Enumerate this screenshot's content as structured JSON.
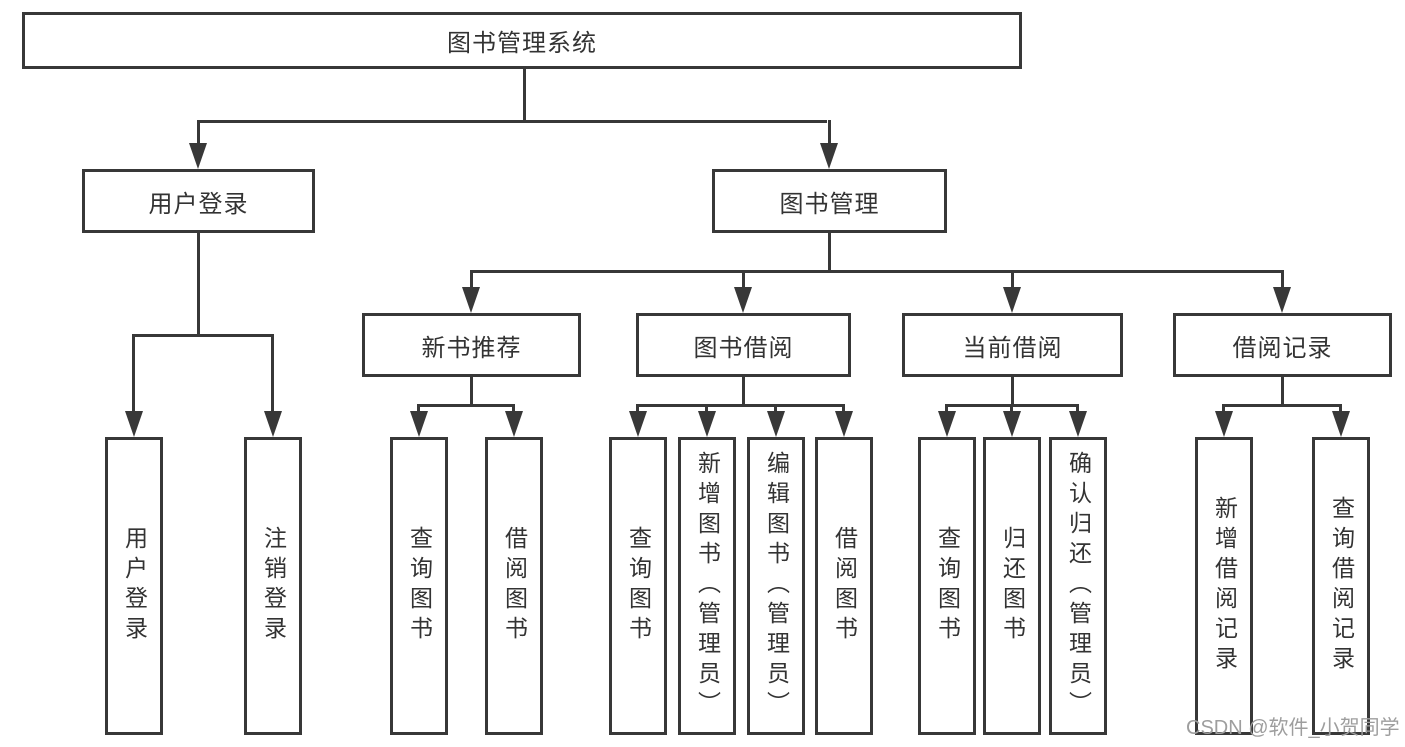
{
  "colors": {
    "line": "#383838",
    "text": "#333333",
    "watermark": "#9e9e9e",
    "background": "#ffffff"
  },
  "watermark": {
    "text": "CSDN @软件_小贺同学"
  },
  "tree": {
    "label": "图书管理系统",
    "children": [
      {
        "label": "用户登录",
        "children": [
          {
            "label": "用户登录"
          },
          {
            "label": "注销登录"
          }
        ]
      },
      {
        "label": "图书管理",
        "children": [
          {
            "label": "新书推荐",
            "children": [
              {
                "label": "查询图书"
              },
              {
                "label": "借阅图书"
              }
            ]
          },
          {
            "label": "图书借阅",
            "children": [
              {
                "label": "查询图书"
              },
              {
                "label": "新增图书（管理员）"
              },
              {
                "label": "编辑图书（管理员）"
              },
              {
                "label": "借阅图书"
              }
            ]
          },
          {
            "label": "当前借阅",
            "children": [
              {
                "label": "查询图书"
              },
              {
                "label": "归还图书"
              },
              {
                "label": "确认归还（管理员）"
              }
            ]
          },
          {
            "label": "借阅记录",
            "children": [
              {
                "label": "新增借阅记录"
              },
              {
                "label": "查询借阅记录"
              }
            ]
          }
        ]
      }
    ]
  }
}
